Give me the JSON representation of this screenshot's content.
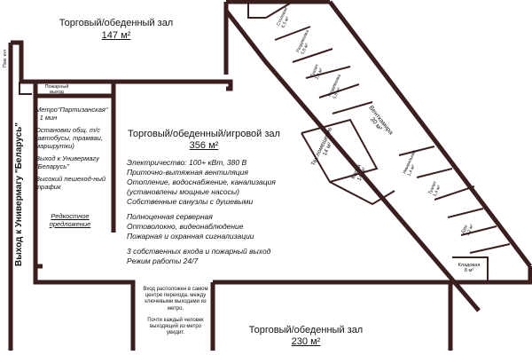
{
  "halls": {
    "top": {
      "title": "Торговый/обеденный зал",
      "area": "147 м²"
    },
    "main": {
      "title": "Торговый/обеденный/игровой зал",
      "area": "356 м²"
    },
    "bottom": {
      "title": "Торговый/обеденный зал",
      "area": "230 м²"
    }
  },
  "exit_side": "Выход к Универмагу \"Беларусь\"",
  "fire_exit": "Пожарный выход",
  "pom_label": "Пом. ент",
  "rare_offer": "Редкостное предложение",
  "location_notes": [
    "Метро\"Партизанская\" - 1 мин",
    "Остановки общ. т/с (автобусы, трамваи, маршрутки)",
    "Выход к Универмагу \"Беларусь\"",
    "Высокий пешеход-ный трафик"
  ],
  "features": [
    [
      "Электричество: 100+ кВт, 380 В",
      "Приточно-вытяжная вентиляция",
      "Отопление, водоснабжение, канализация",
      "(установлены мощные насосы)",
      "Собственные санузлы с душевыми"
    ],
    [
      "Полноценная серверная",
      "Оптоволокно, видеонаблюдение",
      "Пожарная и охранная сигнализации"
    ],
    [
      "3 собственных входа и пожарный выход",
      "Режим работы 24/7"
    ]
  ],
  "rooms": {
    "ventkamera": {
      "name": "Вентками­ра",
      "area": "30 м²"
    },
    "tech": {
      "name": "Тех.помещение",
      "area": "14 м²"
    },
    "kassa": {
      "name": "Касса",
      "area": "14 м²"
    },
    "kladovaya": {
      "name": "Кладовая",
      "area": "8 м²"
    },
    "stolovaya": {
      "name": "Столовая",
      "area": "6,5 м²"
    },
    "razdevalka1": {
      "name": "Раздевалка",
      "area": "5,8 м²"
    },
    "razdevalka2": {
      "name": "Раздевалка",
      "area": "5,8 м²"
    },
    "tualet1": {
      "name": "Туалет",
      "area": "1,4 м²"
    },
    "tualet2": {
      "name": "Туалет",
      "area": "1,4 м²"
    },
    "umyvalnik": {
      "name": "Умывальник",
      "area": "1,4 м²"
    },
    "shower": {
      "name": "Душ",
      "area": "1,2 м²"
    }
  },
  "entrance_info": [
    "Вход расположен в самом центре перехода, между ключевыми выходами из метро.",
    "Почти каждый человек выходящий из метро увидит."
  ]
}
